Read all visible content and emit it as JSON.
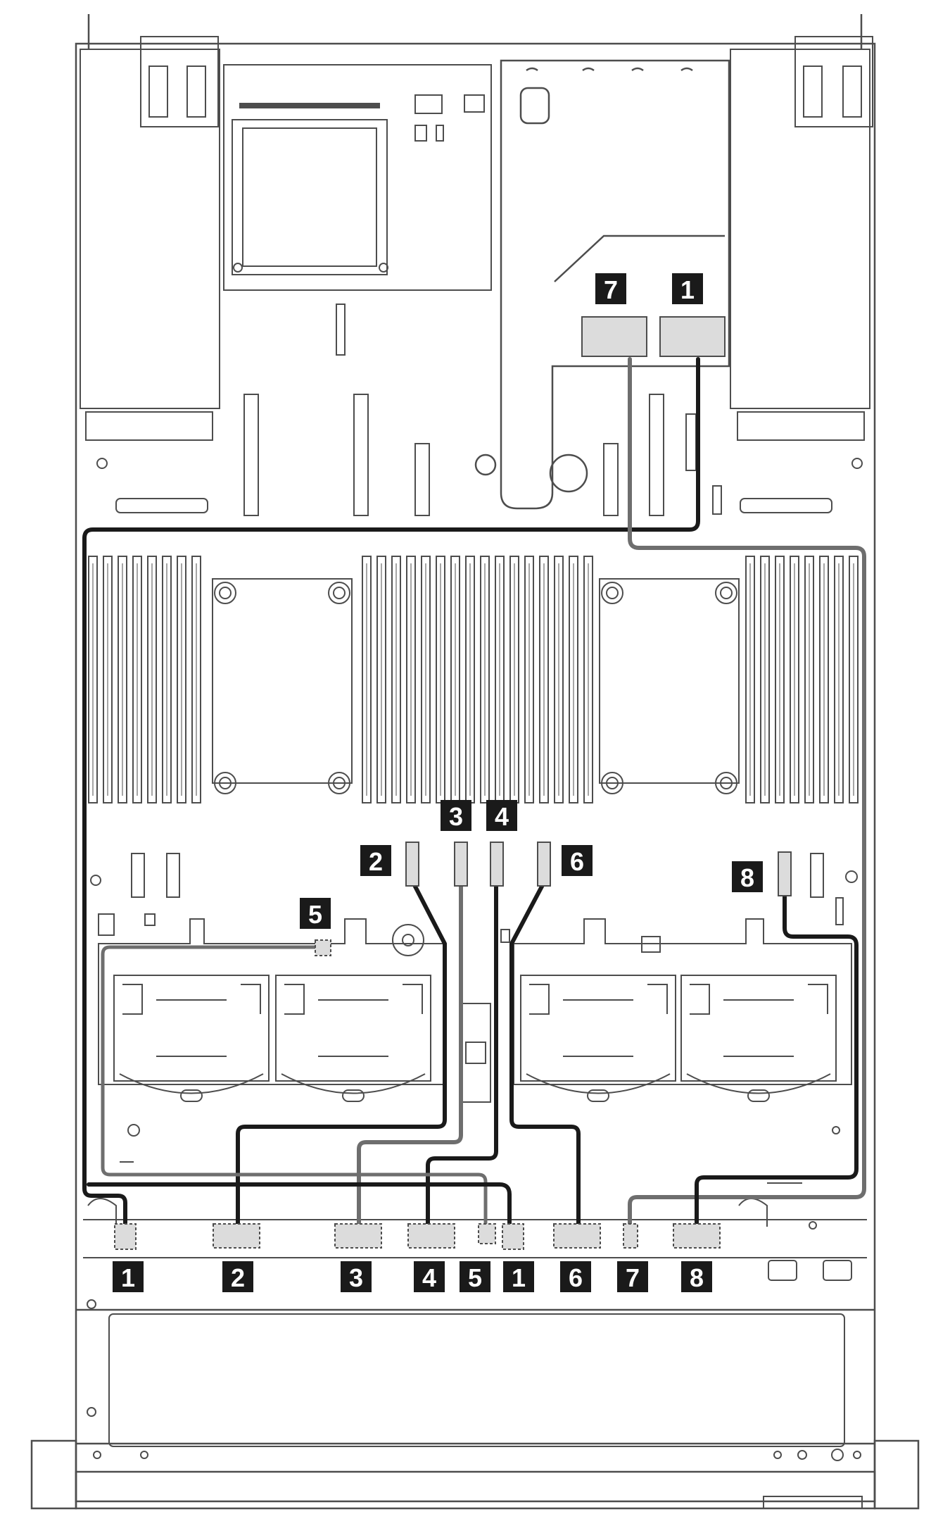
{
  "diagram": {
    "colors": {
      "line": "#4d4d4d",
      "cable_dark": "#1a1a1a",
      "cable_gray": "#6e6e6e",
      "callout_bg": "#1a1a1a",
      "callout_text": "#ffffff",
      "connector_fill": "#dcdcdc",
      "background": "#ffffff"
    },
    "cables": [
      {
        "label": "1",
        "style": "dark"
      },
      {
        "label": "2",
        "style": "dark"
      },
      {
        "label": "3",
        "style": "gray"
      },
      {
        "label": "4",
        "style": "dark"
      },
      {
        "label": "5",
        "style": "gray"
      },
      {
        "label": "6",
        "style": "dark"
      },
      {
        "label": "7",
        "style": "gray"
      },
      {
        "label": "8",
        "style": "dark"
      }
    ],
    "callouts": {
      "riser_left": "7",
      "riser_right": "1",
      "board_2": "2",
      "board_3": "3",
      "board_4": "4",
      "board_6": "6",
      "board_8": "8",
      "board_5": "5",
      "backplane": [
        "1",
        "2",
        "3",
        "4",
        "5",
        "1",
        "6",
        "7",
        "8"
      ]
    }
  }
}
